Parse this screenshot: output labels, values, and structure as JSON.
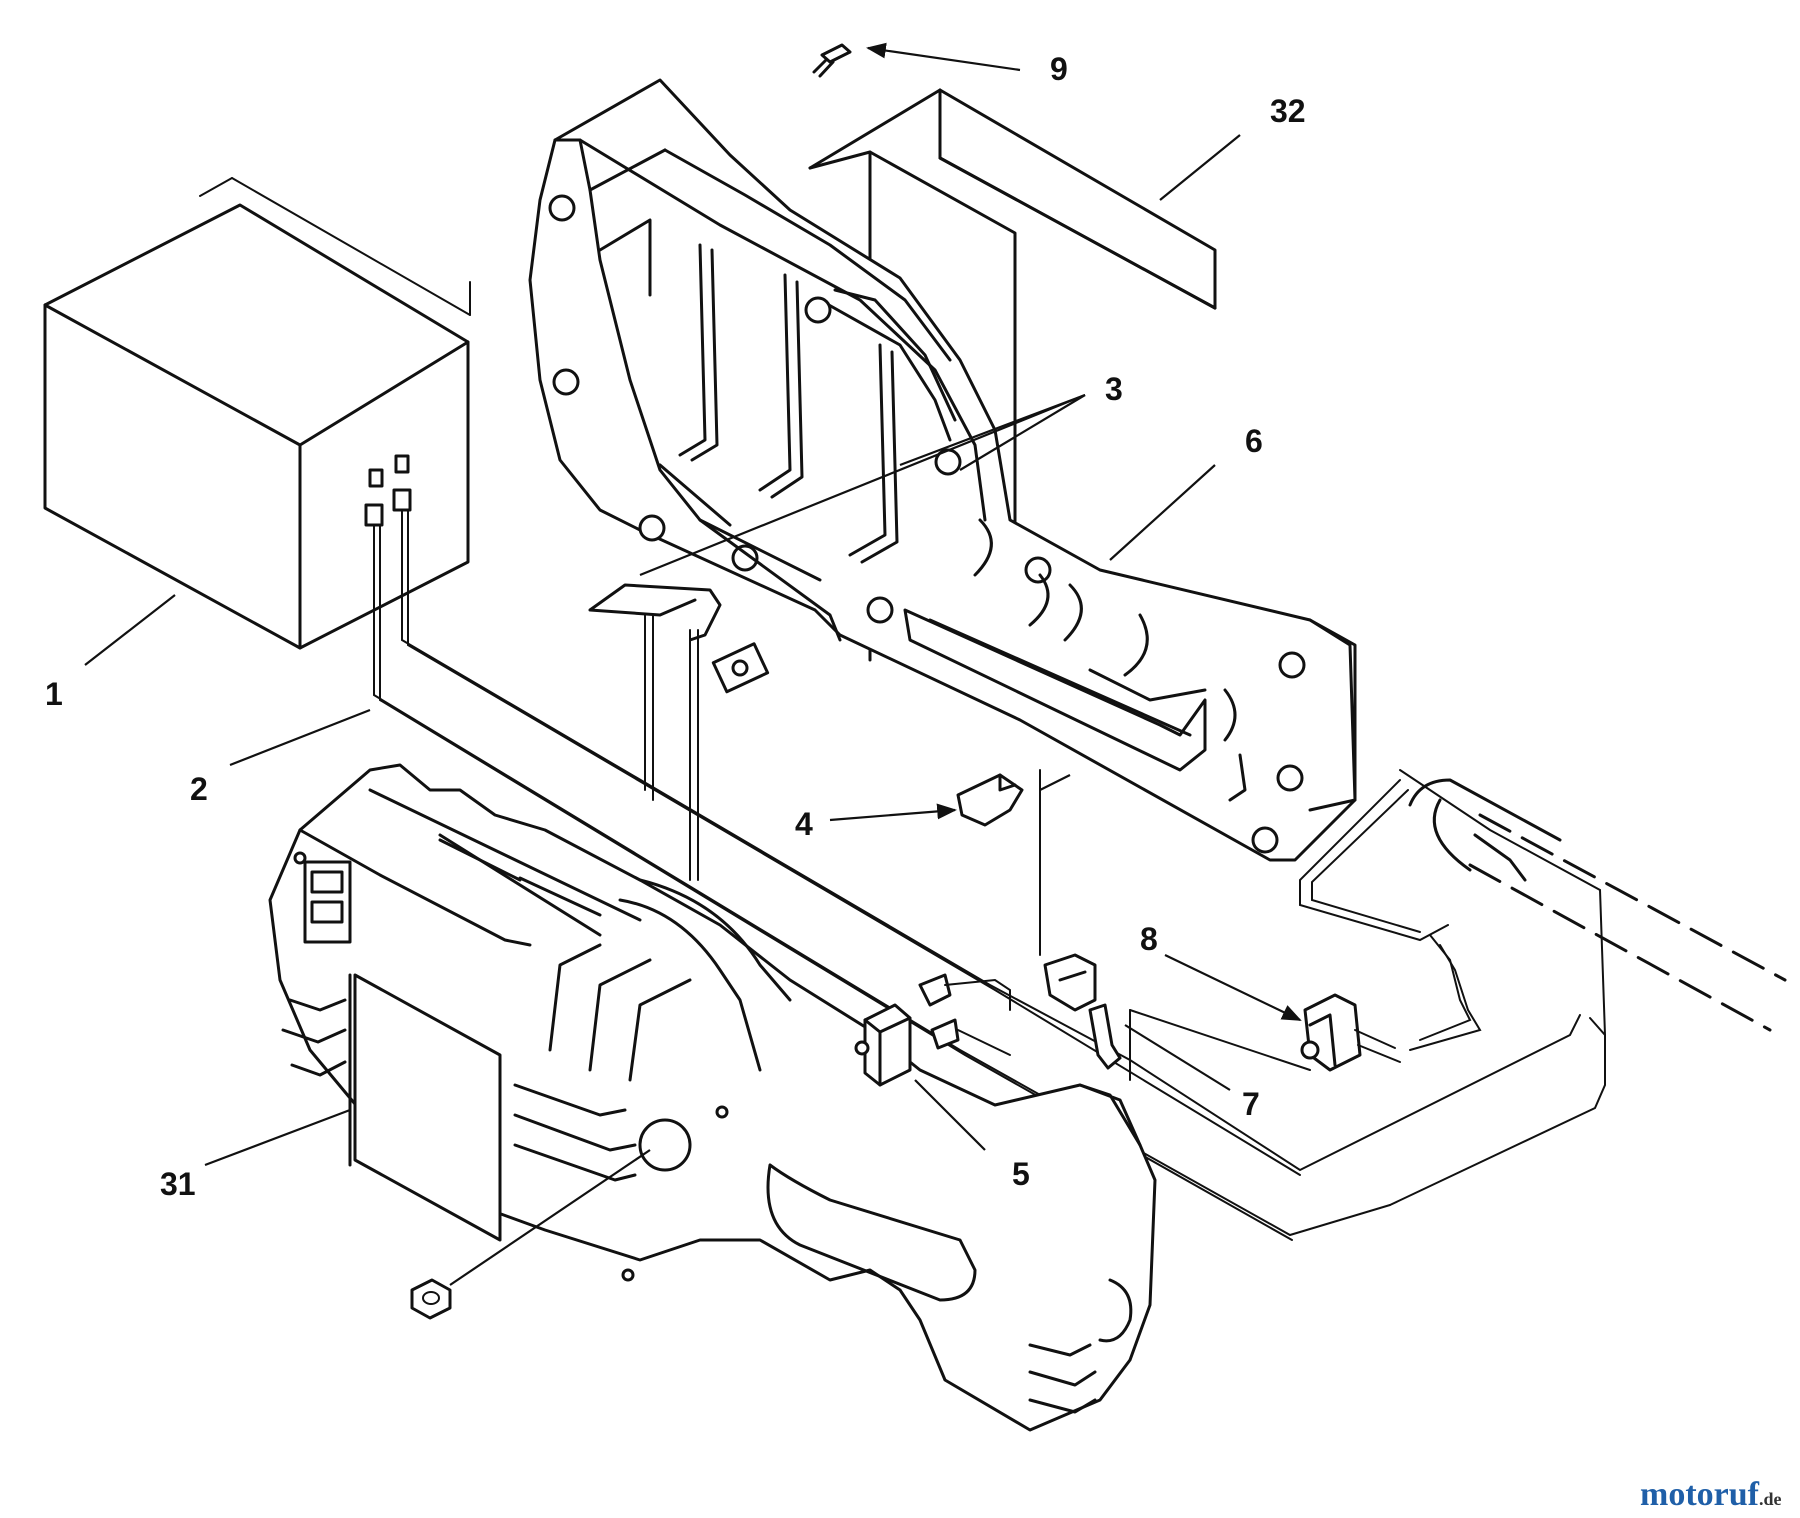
{
  "callouts": [
    {
      "id": "1",
      "text": "1"
    },
    {
      "id": "2",
      "text": "2"
    },
    {
      "id": "3",
      "text": "3"
    },
    {
      "id": "4",
      "text": "4"
    },
    {
      "id": "5",
      "text": "5"
    },
    {
      "id": "6",
      "text": "6"
    },
    {
      "id": "7",
      "text": "7"
    },
    {
      "id": "8",
      "text": "8"
    },
    {
      "id": "9",
      "text": "9"
    },
    {
      "id": "31",
      "text": "31"
    },
    {
      "id": "32",
      "text": "32"
    }
  ],
  "watermark": {
    "brand_colored": "motoruf",
    "suffix": ".de",
    "colors": [
      "#1f5fa8",
      "#2e8b3e",
      "#d88a1a",
      "#c0392b"
    ]
  }
}
